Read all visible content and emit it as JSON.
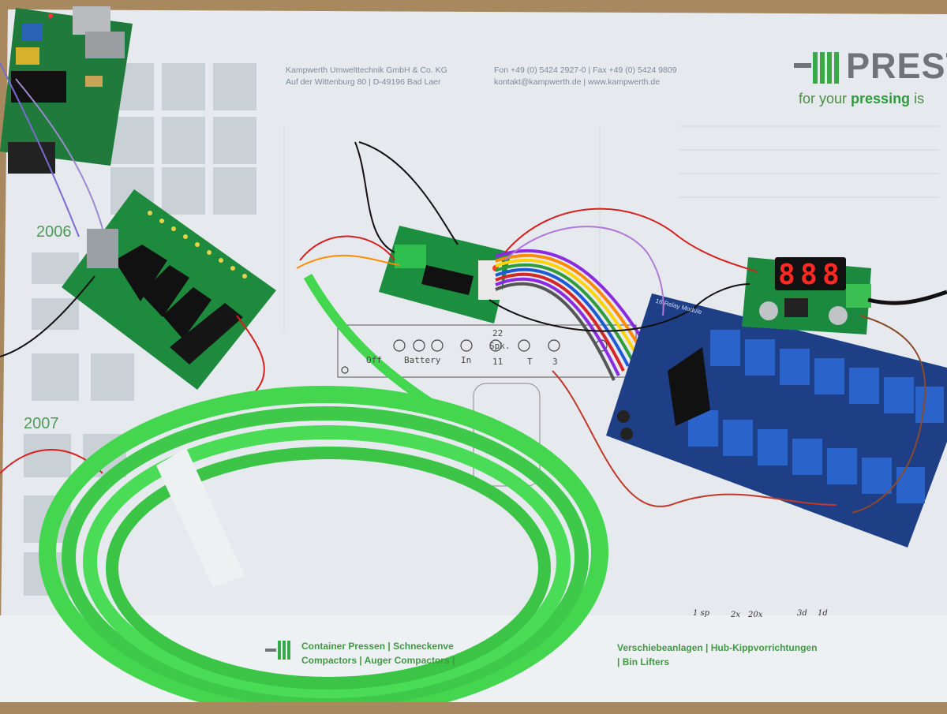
{
  "header": {
    "company": "Kampwerth Umwelttechnik GmbH & Co. KG",
    "address": "Auf der Wittenburg 80 | D-49196 Bad Laer",
    "phone": "Fon +49 (0) 5424 2927-0 | Fax +49 (0) 5424 9809",
    "email": "kontakt@kampwerth.de | www.kampwerth.de",
    "brand": "PREST",
    "tagline_prefix": "for your ",
    "tagline_bold": "pressing",
    "tagline_suffix": " is"
  },
  "calendar": {
    "year_top": "2006",
    "year_bottom": "2007"
  },
  "panel": {
    "labels": [
      "Off",
      "Battery",
      "In",
      "Spk.",
      "11",
      "T",
      "3"
    ],
    "handwritten_top": "22"
  },
  "display": {
    "digits": [
      "8",
      "8",
      "8"
    ]
  },
  "relay_board": {
    "label": "16 Relay Module"
  },
  "footer": {
    "line1_left": "Container Pressen | Schneckenve",
    "line1_right": "Verschiebeanlagen | Hub-Kippvorrichtungen",
    "line2_left": "Compactors | Auger Compactors |",
    "line2_right": "| Bin Lifters"
  },
  "notes": [
    "1 sp",
    "2x",
    "20x",
    "3d",
    "1d"
  ],
  "colors": {
    "poster": "#e6eaee",
    "pcb_green": "#1f7f3f",
    "relay_blue": "#1e3f86",
    "cable_green": "#45d650",
    "lcd_red": "#ff2a24"
  }
}
